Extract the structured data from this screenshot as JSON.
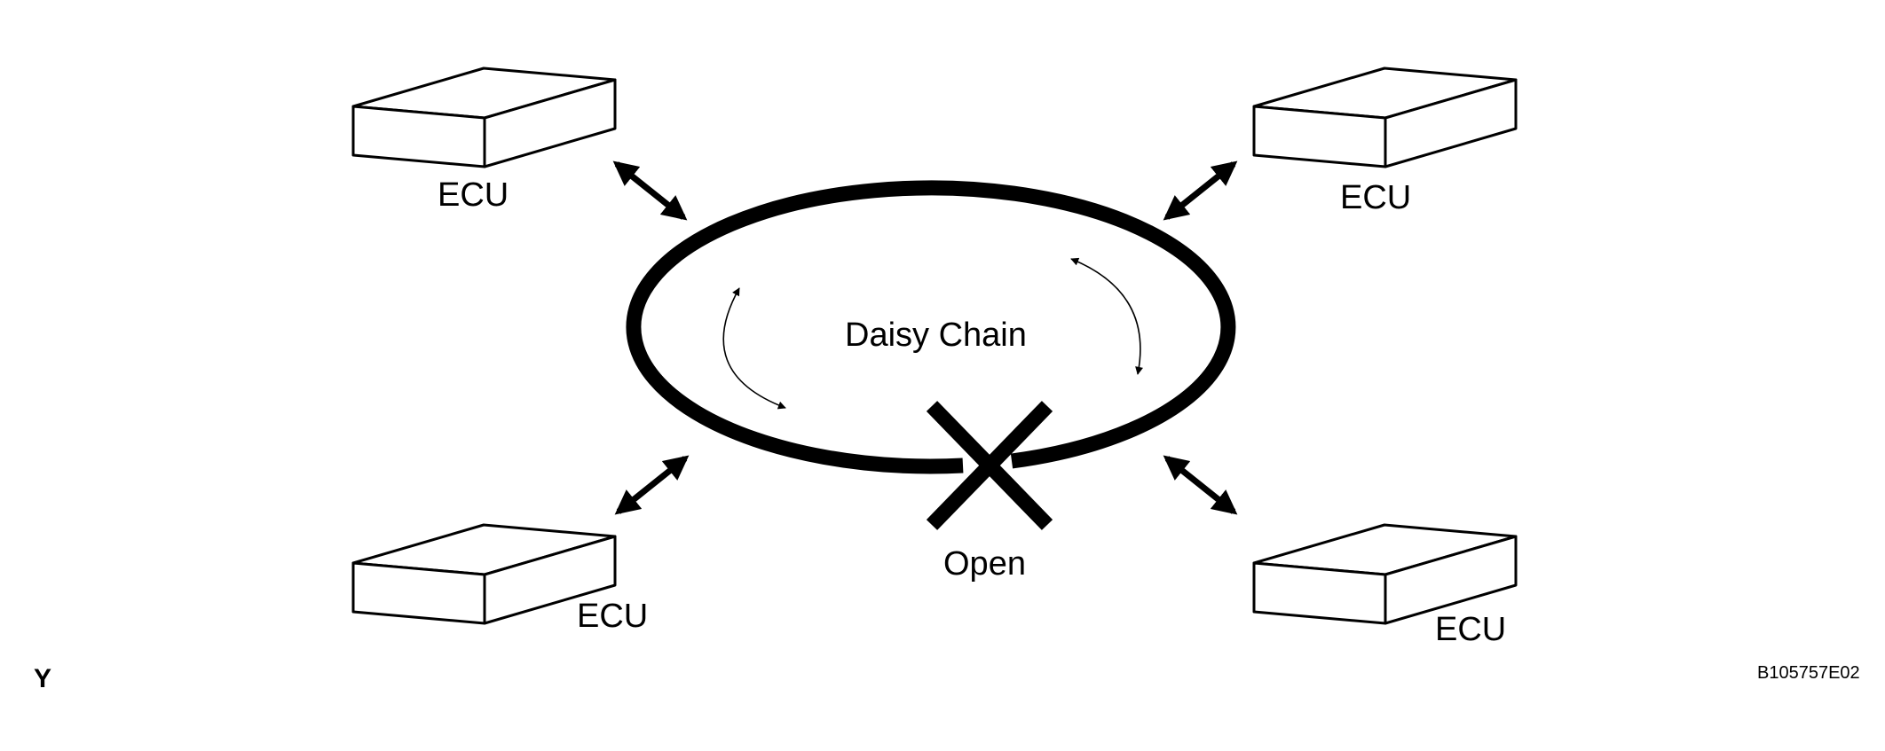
{
  "diagram": {
    "title": "Daisy Chain",
    "break_label": "Open",
    "ecus": [
      {
        "label": "ECU"
      },
      {
        "label": "ECU"
      },
      {
        "label": "ECU"
      },
      {
        "label": "ECU"
      }
    ],
    "corner_mark": "Y",
    "figure_code": "B105757E02"
  },
  "colors": {
    "ink": "#000000",
    "paper": "#ffffff"
  }
}
